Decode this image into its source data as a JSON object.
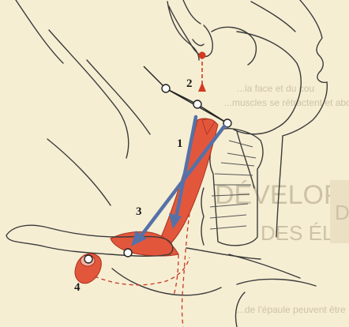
{
  "labels": {
    "l1": "1",
    "l2": "2",
    "l3": "3",
    "l4": "4"
  },
  "background_text": {
    "line_a": "...la face et du cou",
    "line_b": "...muscles se rétractent et abouties",
    "heading_1": "DÉVELOPPEMENT",
    "heading_2": "DES ÉLEVÉS DE COLLIER",
    "footer": "...de l'épaule peuvent être ...",
    "tab_letter": "D"
  },
  "colors": {
    "background": "#f6eed3",
    "muscle": "#e2573c",
    "arrow": "#5571a8",
    "red_arrow": "#d23a22",
    "outline": "#3b3b3b"
  }
}
